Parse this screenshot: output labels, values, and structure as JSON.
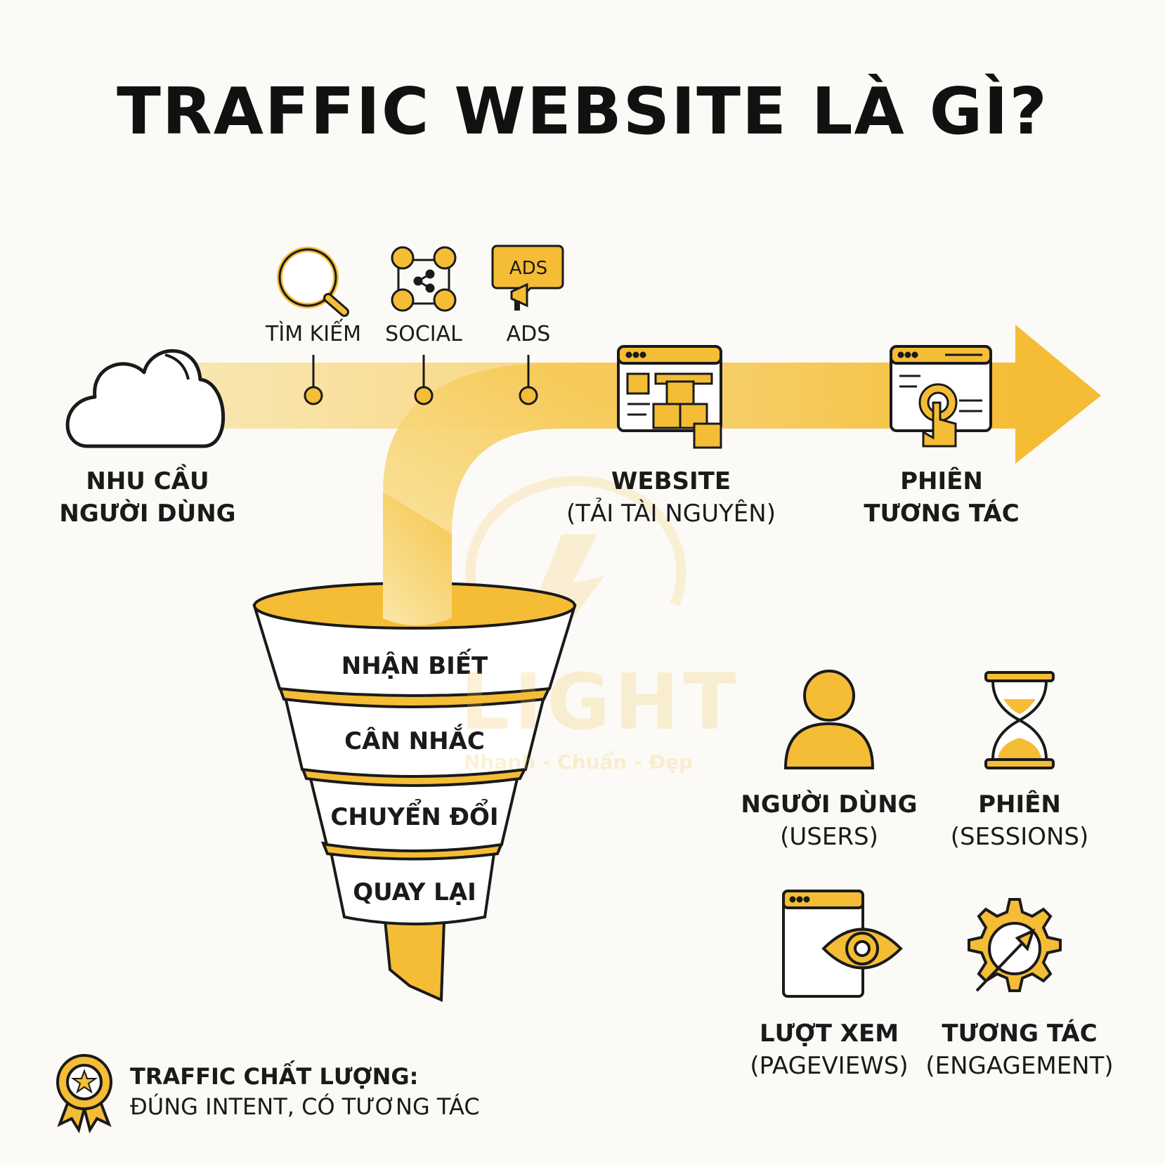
{
  "title": "TRAFFIC WEBSITE LÀ GÌ?",
  "flow": {
    "sources": [
      "TÌM KIẾM",
      "SOCIAL",
      "ADS"
    ],
    "ads_badge": "ADS",
    "user_need": [
      "NHU CẦU",
      "NGƯỜI DÙNG"
    ],
    "website": [
      "WEBSITE",
      "(TẢI TÀI NGUYÊN)"
    ],
    "session": [
      "PHIÊN",
      "TƯƠNG TÁC"
    ]
  },
  "funnel": [
    "NHẬN BIẾT",
    "CÂN NHẮC",
    "CHUYỂN ĐỔI",
    "QUAY LẠI"
  ],
  "metrics": [
    {
      "title": "NGƯỜI DÙNG",
      "sub": "(USERS)",
      "icon": "user-icon"
    },
    {
      "title": "PHIÊN",
      "sub": "(SESSIONS)",
      "icon": "hourglass-icon"
    },
    {
      "title": "LƯỢT XEM",
      "sub": "(PAGEVIEWS)",
      "icon": "eye-window-icon"
    },
    {
      "title": "TƯƠNG TÁC",
      "sub": "(ENGAGEMENT)",
      "icon": "gear-arrow-icon"
    }
  ],
  "legend": {
    "title": "TRAFFIC CHẤT LƯỢNG:",
    "text": "ĐÚNG INTENT, CÓ TƯƠNG TÁC",
    "icon": "award-badge-icon"
  },
  "watermark": {
    "brand": "LIGHT",
    "tagline": "Nhanh - Chuẩn - Đẹp"
  },
  "colors": {
    "accent": "#f4bd35",
    "accent_light": "#f9dc8a",
    "outline": "#1a1a1a",
    "background": "#fbfaf6"
  }
}
